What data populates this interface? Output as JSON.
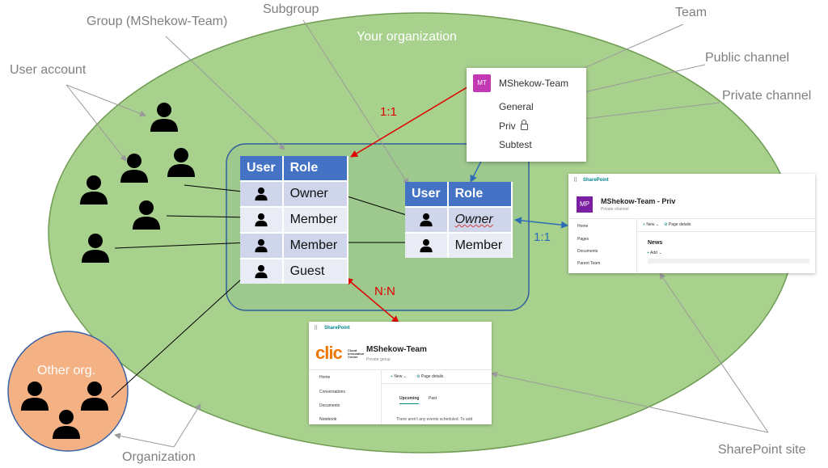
{
  "labels": {
    "group": "Group (MShekow-Team)",
    "subgroup": "Subgroup",
    "team": "Team",
    "user_account": "User account",
    "public_channel": "Public channel",
    "private_channel": "Private channel",
    "organization": "Organization",
    "sharepoint_site": "SharePoint site",
    "your_organization": "Your organization",
    "other_org": "Other org."
  },
  "ratios": {
    "team_group": "1:1",
    "private_site": "1:1",
    "group_site": "N:N"
  },
  "group_table": {
    "headers": [
      "User",
      "Role"
    ],
    "rows": [
      "Owner",
      "Member",
      "Member",
      "Guest"
    ]
  },
  "subgroup_table": {
    "headers": [
      "User",
      "Role"
    ],
    "rows": [
      "Owner",
      "Member"
    ]
  },
  "teams_panel": {
    "badge": "MT",
    "team_name": "MShekow-Team",
    "channels": [
      "General",
      "Priv",
      "Subtest"
    ]
  },
  "sp_private": {
    "brand": "SharePoint",
    "badge": "MP",
    "title": "MShekow-Team - Priv",
    "subtitle": "Private channel",
    "nav": [
      "Home",
      "Pages",
      "Documents",
      "Parent Team"
    ],
    "new_label": "New",
    "page_details": "Page details",
    "news": "News",
    "add": "Add"
  },
  "sp_group": {
    "brand": "SharePoint",
    "logo": "clic",
    "logo_sub": [
      "Cloud",
      "Innovation",
      "Center"
    ],
    "title": "MShekow-Team",
    "subtitle": "Private group",
    "nav": [
      "Home",
      "Conversations",
      "Documents",
      "Notebook"
    ],
    "new_label": "New",
    "page_details": "Page details",
    "tabs": [
      "Upcoming",
      "Past"
    ],
    "empty_text": "There aren't any events scheduled. To add"
  },
  "colors": {
    "org_fill": "#a9d18e",
    "other_org_fill": "#f4b183",
    "table_header": "#4472c4",
    "red_arrow": "#e00000",
    "blue_arrow": "#2e6db4"
  }
}
